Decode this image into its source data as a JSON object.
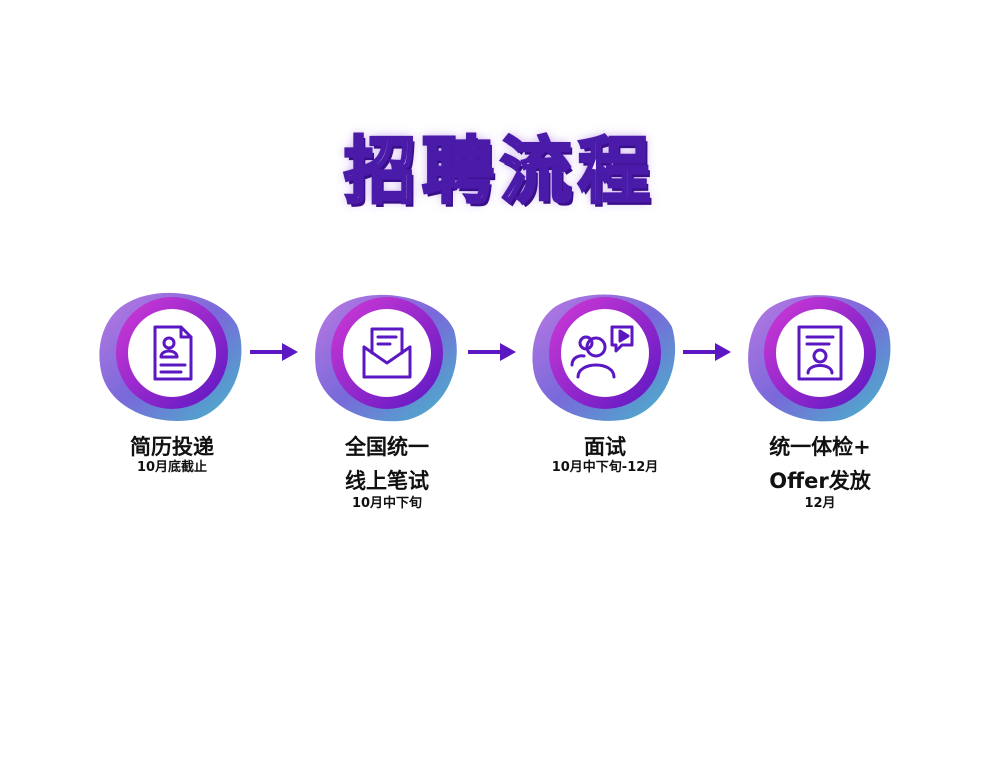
{
  "title": "招聘流程",
  "colors": {
    "primary": "#5a17c2",
    "ring": "#b522c9",
    "teal": "#3aa6c4",
    "arrow": "#5a17c2"
  },
  "steps": [
    {
      "title_lines": [
        "简历投递"
      ],
      "date": "10月底截止",
      "icon": "resume-document-icon"
    },
    {
      "title_lines": [
        "全国统一",
        "线上笔试"
      ],
      "date": "10月中下旬",
      "icon": "open-envelope-icon"
    },
    {
      "title_lines": [
        "面试"
      ],
      "date": "10月中下旬-12月",
      "icon": "interview-people-icon"
    },
    {
      "title_lines": [
        "统一体检+",
        "Offer发放"
      ],
      "date": "12月",
      "icon": "offer-certificate-icon"
    }
  ]
}
